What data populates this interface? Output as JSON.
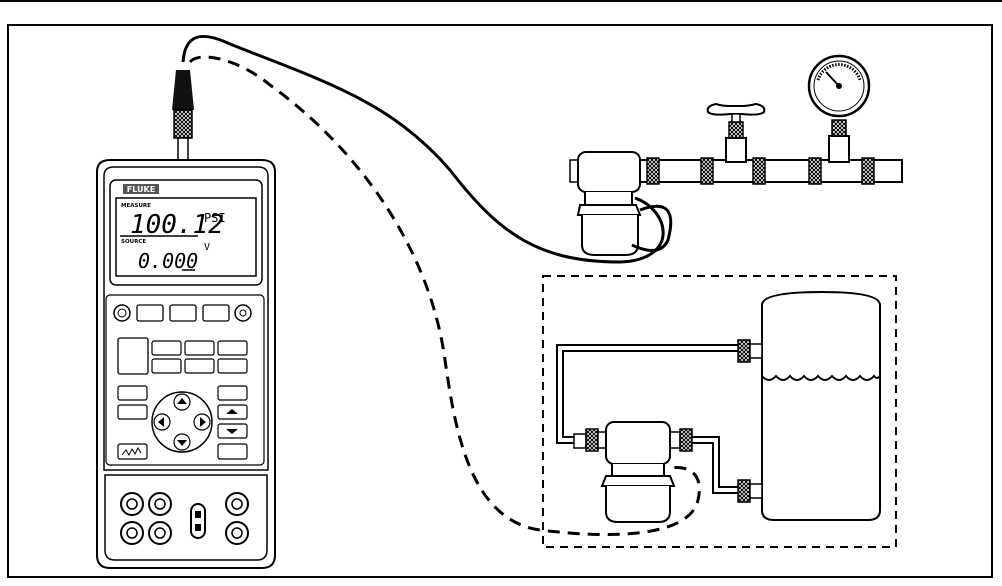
{
  "calibrator": {
    "brand": "FLUKE",
    "measure_label": "MEASURE",
    "measure_value": "100.12",
    "measure_unit": "PSI",
    "source_label": "SOURCE",
    "source_value": "0.000",
    "source_unit": "V"
  }
}
